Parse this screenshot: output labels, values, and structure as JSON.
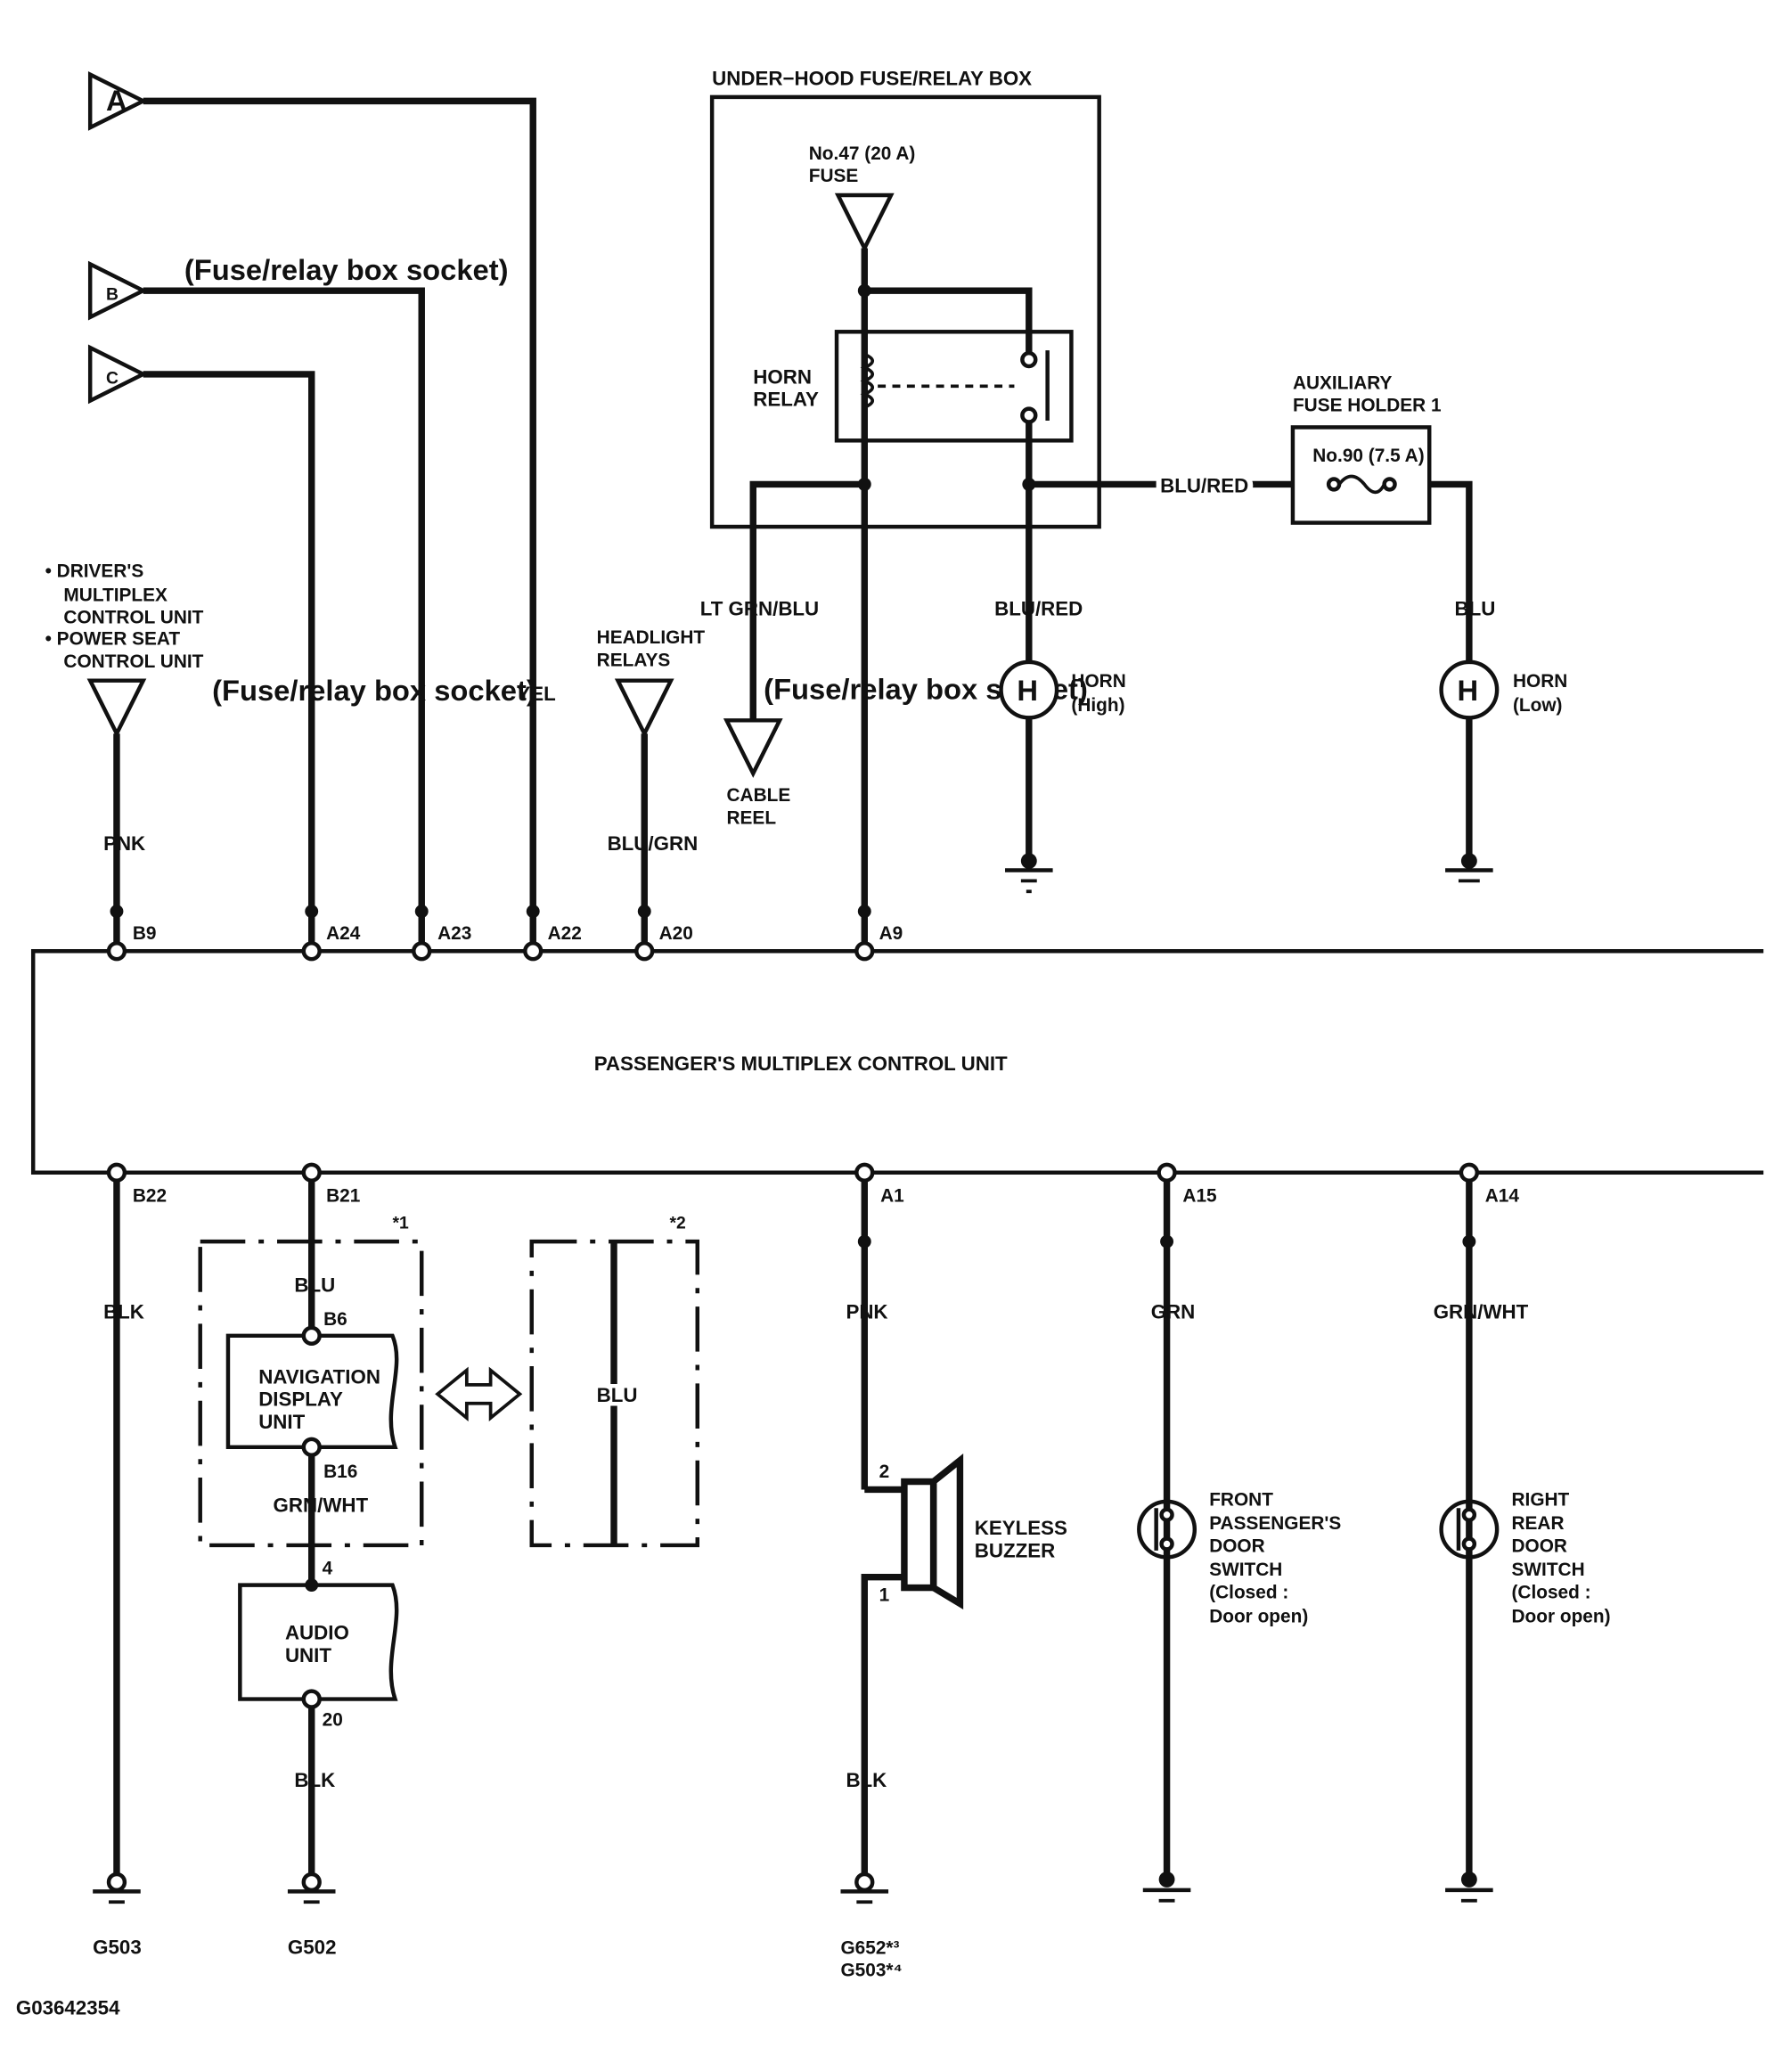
{
  "connectors": {
    "a": "A",
    "b": "B",
    "c": "C"
  },
  "labels": {
    "fuse_socket_top": "(Fuse/relay box socket)",
    "fuse_socket_left": "(Fuse/relay box socket)",
    "fuse_socket_right": "(Fuse/relay box socket)",
    "driver_unit_1": "• DRIVER'S",
    "driver_unit_2": "MULTIPLEX",
    "driver_unit_3": "CONTROL UNIT",
    "driver_unit_4": "• POWER SEAT",
    "driver_unit_5": "CONTROL UNIT",
    "headlight_1": "HEADLIGHT",
    "headlight_2": "RELAYS",
    "cable_reel_1": "CABLE",
    "cable_reel_2": "REEL",
    "underhood_box": "UNDER−HOOD FUSE/RELAY BOX",
    "fuse47_1": "No.47 (20 A)",
    "fuse47_2": "FUSE",
    "horn_relay_1": "HORN",
    "horn_relay_2": "RELAY",
    "aux_fuse_1": "AUXILIARY",
    "aux_fuse_2": "FUSE HOLDER 1",
    "fuse90": "No.90 (7.5 A)",
    "horn_high_1": "HORN",
    "horn_high_2": "(High)",
    "horn_low_1": "HORN",
    "horn_low_2": "(Low)",
    "horn_symbol": "H",
    "pmcu": "PASSENGER'S MULTIPLEX CONTROL UNIT",
    "nav_1": "NAVIGATION",
    "nav_2": "DISPLAY",
    "nav_3": "UNIT",
    "audio_1": "AUDIO",
    "audio_2": "UNIT",
    "buzzer_1": "KEYLESS",
    "buzzer_2": "BUZZER",
    "fp_switch_1": "FRONT",
    "fp_switch_2": "PASSENGER'S",
    "fp_switch_3": "DOOR",
    "fp_switch_4": "SWITCH",
    "fp_switch_5": "(Closed :",
    "fp_switch_6": "Door open)",
    "rr_switch_1": "RIGHT",
    "rr_switch_2": "REAR",
    "rr_switch_3": "DOOR",
    "rr_switch_4": "SWITCH",
    "rr_switch_5": "(Closed :",
    "rr_switch_6": "Door open)",
    "note1": "*1",
    "note2": "*2",
    "figure_id": "G03642354"
  },
  "wires": {
    "pnk_b9": "PNK",
    "yel": "YEL",
    "blu_grn": "BLU/GRN",
    "lt_grn_blu": "LT GRN/BLU",
    "blu_red_a": "BLU/RED",
    "blu_red_b": "BLU/RED",
    "blu_aux": "BLU",
    "blk_b22": "BLK",
    "blu_b21": "BLU",
    "grn_wht_nav": "GRN/WHT",
    "blu_alt": "BLU",
    "blk_audio": "BLK",
    "pnk_a1": "PNK",
    "blk_buzzer": "BLK",
    "grn_a15": "GRN",
    "grn_wht_a14": "GRN/WHT"
  },
  "pins": {
    "b9": "B9",
    "a24": "A24",
    "a23": "A23",
    "a22": "A22",
    "a20": "A20",
    "a9": "A9",
    "b22": "B22",
    "b21": "B21",
    "a1": "A1",
    "a15": "A15",
    "a14": "A14",
    "b6": "B6",
    "b16": "B16",
    "audio_4": "4",
    "audio_20": "20",
    "buzzer_2": "2",
    "buzzer_1": "1"
  },
  "grounds": {
    "g503": "G503",
    "g502": "G502",
    "g652": "G652*³",
    "g503b": "G503*⁴"
  }
}
